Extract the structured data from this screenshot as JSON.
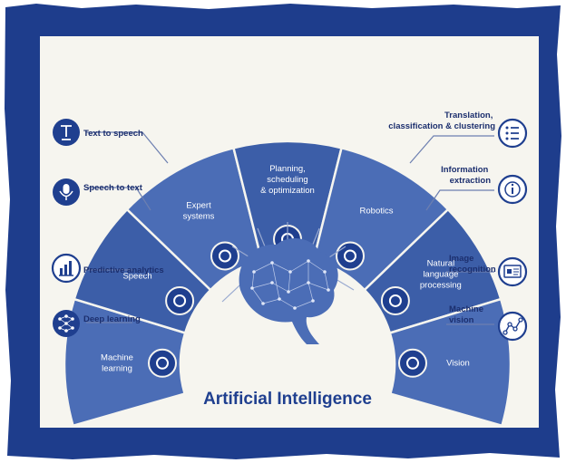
{
  "title": "Artificial Intelligence",
  "segments": [
    {
      "lines": [
        "Machine",
        "learning"
      ],
      "icon": "gear-icon"
    },
    {
      "lines": [
        "Speech"
      ],
      "icon": "speaker-person-icon"
    },
    {
      "lines": [
        "Expert",
        "systems"
      ],
      "icon": "expert-gear-icon"
    },
    {
      "lines": [
        "Planning,",
        "scheduling",
        "& optimization"
      ],
      "icon": "clipboard-icon"
    },
    {
      "lines": [
        "Robotics"
      ],
      "icon": "robot-icon"
    },
    {
      "lines": [
        "Natural",
        "language",
        "processing"
      ],
      "icon": "globe-icon"
    },
    {
      "lines": [
        "Vision"
      ],
      "icon": "eye-icon"
    }
  ],
  "left_items": [
    {
      "label": "Text to speech",
      "icon": "text-cursor-icon"
    },
    {
      "label": "Speech to text",
      "icon": "microphone-icon"
    },
    {
      "label": "Predictive analytics",
      "icon": "bar-chart-icon"
    },
    {
      "label": "Deep learning",
      "icon": "neural-network-icon"
    }
  ],
  "right_items": [
    {
      "lines": [
        "Translation,",
        "classification & clustering"
      ],
      "icon": "list-icon"
    },
    {
      "lines": [
        "Information",
        "extraction"
      ],
      "icon": "info-icon"
    },
    {
      "lines": [
        "Image",
        "recognition"
      ],
      "icon": "id-card-icon"
    },
    {
      "lines": [
        "Machine",
        "vision"
      ],
      "icon": "line-graph-icon"
    }
  ],
  "colors": {
    "frame": "#1e3d8c",
    "segment": "#4b6db6",
    "icon": "#1f3f8f",
    "panel": "#f6f5ef"
  }
}
